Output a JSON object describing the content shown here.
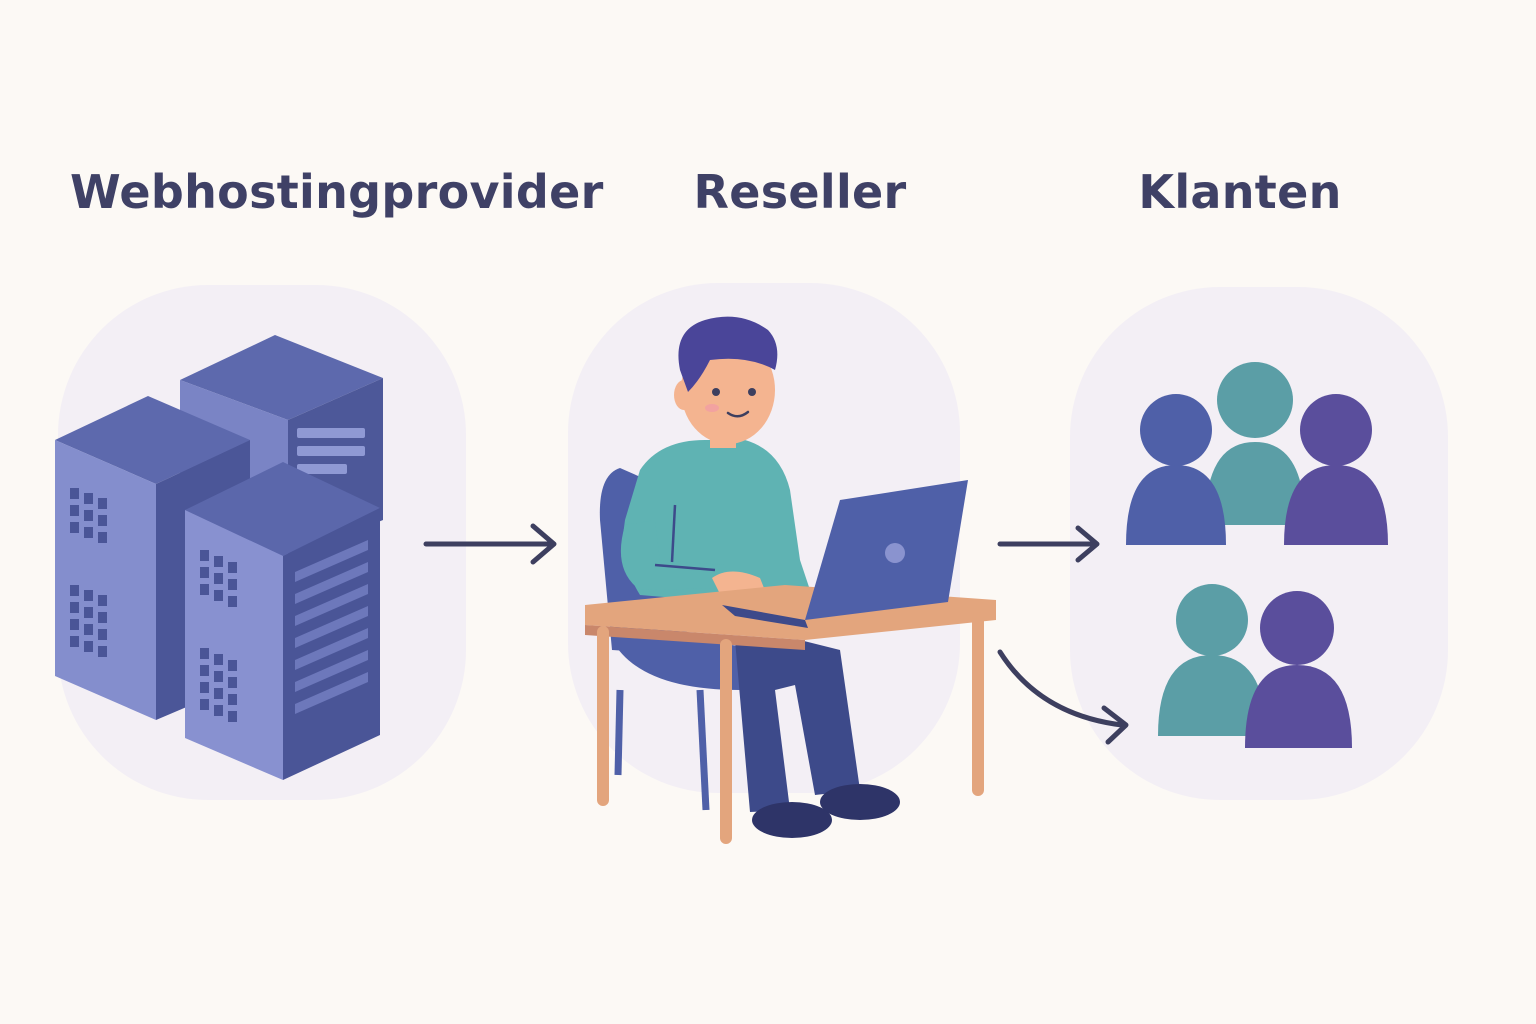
{
  "labels": {
    "provider": "Webhostingprovider",
    "reseller": "Reseller",
    "clients": "Klanten"
  },
  "colors": {
    "background": "#fcf9f5",
    "blob": "#f3eff5",
    "text": "#3f4166",
    "server_top": "#5e6aae",
    "server_side": "#7d87c8",
    "server_front": "#4a559a",
    "teal": "#5b9ea6",
    "blue": "#4f60a8",
    "purple": "#5a4e9c",
    "person_shirt": "#5fb3b3",
    "desk": "#e3a57d",
    "arrow": "#3d3f5f"
  },
  "icons": [
    "server-stack-icon",
    "reseller-person-illustration",
    "laptop-icon",
    "client-group-icon",
    "arrow-right-icon"
  ]
}
